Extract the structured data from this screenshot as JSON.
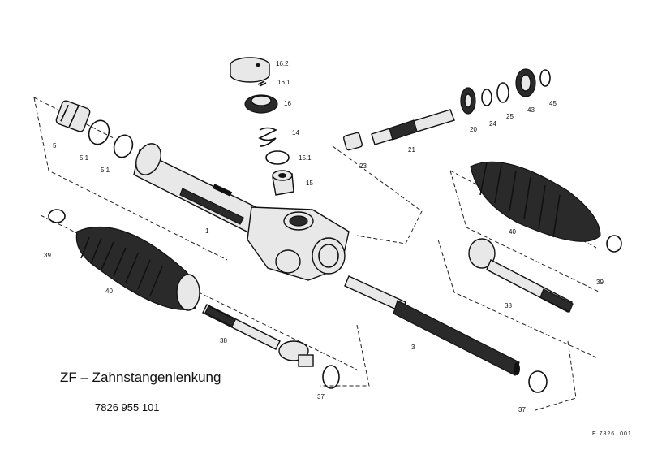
{
  "title": "ZF – Zahnstangenlenkung",
  "part_number": "7826 955 101",
  "drawing_ref": "E 7826 .001",
  "callouts": {
    "c5": "5",
    "c5_1a": "5.1",
    "c5_1b": "5.1",
    "c1": "1",
    "c16_2": "16.2",
    "c16_1": "16.1",
    "c16": "16",
    "c14": "14",
    "c15_1": "15.1",
    "c15": "15",
    "c23": "23",
    "c21": "21",
    "c20": "20",
    "c24": "24",
    "c25": "25",
    "c43": "43",
    "c45": "45",
    "c39a": "39",
    "c40a": "40",
    "c38a": "38",
    "c37a": "37",
    "c3": "3",
    "c37b": "37",
    "c40b": "40",
    "c39b": "39",
    "c38b": "38"
  }
}
